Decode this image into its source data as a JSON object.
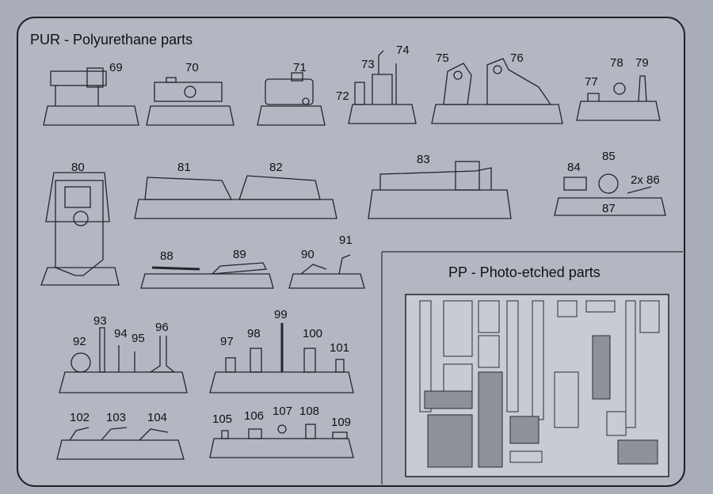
{
  "colors": {
    "paper": "#a9adb8",
    "panel_bg": "#b4b8c2",
    "line": "#2a2c33",
    "print": "#dcdee4"
  },
  "pur_title": "PUR - Polyurethane parts",
  "pp_title": "PP - Photo-etched parts",
  "part_numbers": {
    "p69": "69",
    "p70": "70",
    "p71": "71",
    "p72": "72",
    "p73": "73",
    "p74": "74",
    "p75": "75",
    "p76": "76",
    "p77": "77",
    "p78": "78",
    "p79": "79",
    "p80": "80",
    "p81": "81",
    "p82": "82",
    "p83": "83",
    "p84": "84",
    "p85": "85",
    "p86": "2x 86",
    "p87": "87",
    "p88": "88",
    "p89": "89",
    "p90": "90",
    "p91": "91",
    "p92": "92",
    "p93": "93",
    "p94": "94",
    "p95": "95",
    "p96": "96",
    "p97": "97",
    "p98": "98",
    "p99": "99",
    "p100": "100",
    "p101": "101",
    "p102": "102",
    "p103": "103",
    "p104": "104",
    "p105": "105",
    "p106": "106",
    "p107": "107",
    "p108": "108",
    "p109": "109"
  }
}
